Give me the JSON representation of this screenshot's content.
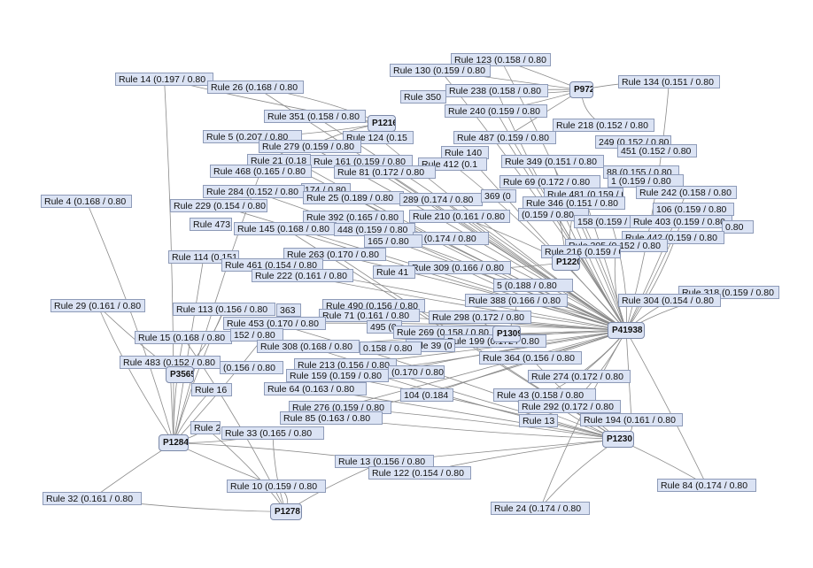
{
  "graph": {
    "colors": {
      "node_fill": "#dbe3f4",
      "node_border": "#8e9bb8",
      "edge": "#8a8a8a",
      "background": "#ffffff"
    },
    "targets": [
      {
        "id": "p972",
        "label": "P972"
      },
      {
        "id": "p1216",
        "label": "P1216"
      },
      {
        "id": "p1220",
        "label": "P1220"
      },
      {
        "id": "p1309",
        "label": "P1309"
      },
      {
        "id": "p41938",
        "label": "P41938"
      },
      {
        "id": "p3565",
        "label": "P3565"
      },
      {
        "id": "p1284",
        "label": "P1284"
      },
      {
        "id": "p1230",
        "label": "P1230"
      },
      {
        "id": "p1278",
        "label": "P1278"
      }
    ],
    "rules": [
      {
        "id": "r123",
        "label": "Rule 123 (0.158 / 0.80"
      },
      {
        "id": "r130",
        "label": "Rule 130 (0.159 / 0.80"
      },
      {
        "id": "r14",
        "label": "Rule 14 (0.197 / 0.80"
      },
      {
        "id": "r26",
        "label": "Rule 26 (0.168 / 0.80"
      },
      {
        "id": "r134",
        "label": "Rule 134 (0.151 / 0.80"
      },
      {
        "id": "r350",
        "label": "Rule 350"
      },
      {
        "id": "r238",
        "label": "Rule 238 (0.158 / 0.80"
      },
      {
        "id": "r240",
        "label": "Rule 240 (0.159 / 0.80"
      },
      {
        "id": "r351",
        "label": "Rule 351 (0.158 / 0.80"
      },
      {
        "id": "r218",
        "label": "Rule 218 (0.152 / 0.80"
      },
      {
        "id": "r5",
        "label": "Rule 5 (0.207 / 0.80"
      },
      {
        "id": "r124",
        "label": "Rule 124 (0.15"
      },
      {
        "id": "r487",
        "label": "Rule 487 (0.159 / 0.80"
      },
      {
        "id": "r249",
        "label": "249 (0.152 / 0.80"
      },
      {
        "id": "r279",
        "label": "Rule 279 (0.159 / 0.80"
      },
      {
        "id": "r140",
        "label": "Rule 140"
      },
      {
        "id": "r451",
        "label": "451 (0.152 / 0.80"
      },
      {
        "id": "r21",
        "label": "Rule 21 (0.18"
      },
      {
        "id": "r161",
        "label": "Rule 161 (0.159 / 0.80"
      },
      {
        "id": "r412",
        "label": "Rule 412 (0.1"
      },
      {
        "id": "r349",
        "label": "Rule 349 (0.151 / 0.80"
      },
      {
        "id": "r468",
        "label": "Rule 468 (0.165 / 0.80"
      },
      {
        "id": "r81",
        "label": "Rule 81 (0.172 / 0.80"
      },
      {
        "id": "r88",
        "label": "88 (0.155 / 0.80"
      },
      {
        "id": "r69",
        "label": "Rule 69 (0.172 / 0.80"
      },
      {
        "id": "r1",
        "label": "1 (0.159 / 0.80"
      },
      {
        "id": "r174",
        "label": "174 / 0.80"
      },
      {
        "id": "r284",
        "label": "Rule 284 (0.152 / 0.80"
      },
      {
        "id": "r4",
        "label": "Rule 4 (0.168 / 0.80"
      },
      {
        "id": "r25",
        "label": "Rule 25 (0.189 / 0.80"
      },
      {
        "id": "r289",
        "label": "289 (0.174 / 0.80"
      },
      {
        "id": "r369",
        "label": "369 (0"
      },
      {
        "id": "r481",
        "label": "Rule 481 (0.159 / 0.80"
      },
      {
        "id": "r242",
        "label": "Rule 242 (0.158 / 0.80"
      },
      {
        "id": "r229",
        "label": "Rule 229 (0.154 / 0.80"
      },
      {
        "id": "r346",
        "label": "Rule 346 (0.151 / 0.80"
      },
      {
        "id": "r106",
        "label": "106 (0.159 / 0.80"
      },
      {
        "id": "r392",
        "label": "Rule 392 (0.165 / 0.80"
      },
      {
        "id": "r210",
        "label": "Rule 210 (0.161 / 0.80"
      },
      {
        "id": "r159a",
        "label": "(0.159 / 0.80"
      },
      {
        "id": "r158",
        "label": "158 (0.159 / 0.80"
      },
      {
        "id": "r403",
        "label": "Rule 403 (0.159 / 0.80"
      },
      {
        "id": "r080",
        "label": "0.80"
      },
      {
        "id": "r473",
        "label": "Rule 473"
      },
      {
        "id": "r145",
        "label": "Rule 145 (0.168 / 0.80"
      },
      {
        "id": "r448",
        "label": "448 (0.159 / 0.80"
      },
      {
        "id": "r442",
        "label": "Rule 442 (0.159 / 0.80"
      },
      {
        "id": "r7",
        "label": "7 (0.174 / 0.80"
      },
      {
        "id": "r305",
        "label": "Rule 305 (0.152 / 0.80"
      },
      {
        "id": "r114",
        "label": "Rule 114 (0.151"
      },
      {
        "id": "r263",
        "label": "Rule 263 (0.170 / 0.80"
      },
      {
        "id": "r165",
        "label": "165 / 0.80"
      },
      {
        "id": "r216",
        "label": "Rule 216 (0.159 / 0.80"
      },
      {
        "id": "r461",
        "label": "Rule 461 (0.154 / 0.80"
      },
      {
        "id": "r309",
        "label": "Rule 309 (0.166 / 0.80"
      },
      {
        "id": "r222",
        "label": "Rule 222 (0.161 / 0.80"
      },
      {
        "id": "r41",
        "label": "Rule 41"
      },
      {
        "id": "r318",
        "label": "Rule 318 (0.159 / 0.80"
      },
      {
        "id": "r5b",
        "label": "5 (0.188 / 0.80"
      },
      {
        "id": "r29",
        "label": "Rule 29 (0.161 / 0.80"
      },
      {
        "id": "r304",
        "label": "Rule 304 (0.154 / 0.80"
      },
      {
        "id": "r388",
        "label": "Rule 388 (0.166 / 0.80"
      },
      {
        "id": "r113",
        "label": "Rule 113 (0.156 / 0.80"
      },
      {
        "id": "r363",
        "label": "363"
      },
      {
        "id": "r490",
        "label": "Rule 490 (0.156 / 0.80"
      },
      {
        "id": "r71",
        "label": "Rule 71 (0.161 / 0.80"
      },
      {
        "id": "r298",
        "label": "Rule 298 (0.172 / 0.80"
      },
      {
        "id": "r453",
        "label": "Rule 453 (0.170 / 0.80"
      },
      {
        "id": "r495",
        "label": "495 (0"
      },
      {
        "id": "r269",
        "label": "Rule 269 (0.158 / 0.80"
      },
      {
        "id": "r15",
        "label": "Rule 15 (0.168 / 0.80"
      },
      {
        "id": "r152",
        "label": "152 / 0.80"
      },
      {
        "id": "r199",
        "label": "Rule 199 (0.172 / 0.80"
      },
      {
        "id": "r39",
        "label": "Rule 39 (0"
      },
      {
        "id": "r308",
        "label": "Rule 308 (0.168 / 0.80"
      },
      {
        "id": "r158b",
        "label": "0.158 / 0.80"
      },
      {
        "id": "r483",
        "label": "Rule 483 (0.152 / 0.80"
      },
      {
        "id": "r364",
        "label": "Rule 364 (0.156 / 0.80"
      },
      {
        "id": "r156",
        "label": "(0.156 / 0.80"
      },
      {
        "id": "r213",
        "label": "Rule 213 (0.156 / 0.80"
      },
      {
        "id": "r170",
        "label": "(0.170 / 0.80"
      },
      {
        "id": "r274",
        "label": "Rule 274 (0.172 / 0.80"
      },
      {
        "id": "r159",
        "label": "Rule 159 (0.159 / 0.80"
      },
      {
        "id": "r16",
        "label": "Rule 16"
      },
      {
        "id": "r64",
        "label": "Rule 64 (0.163 / 0.80"
      },
      {
        "id": "r276",
        "label": "Rule 276 (0.159 / 0.80"
      },
      {
        "id": "r104",
        "label": "104 (0.184"
      },
      {
        "id": "r43",
        "label": "Rule 43 (0.158 / 0.80"
      },
      {
        "id": "r292",
        "label": "Rule 292 (0.172 / 0.80"
      },
      {
        "id": "r85",
        "label": "Rule 85 (0.163 / 0.80"
      },
      {
        "id": "r13x",
        "label": "Rule 13"
      },
      {
        "id": "r194",
        "label": "Rule 194 (0.161 / 0.80"
      },
      {
        "id": "r33",
        "label": "Rule 33 (0.165 / 0.80"
      },
      {
        "id": "r2",
        "label": "Rule 2"
      },
      {
        "id": "r13",
        "label": "Rule 13 (0.156 / 0.80"
      },
      {
        "id": "r122",
        "label": "Rule 122 (0.154 / 0.80"
      },
      {
        "id": "r10",
        "label": "Rule 10 (0.159 / 0.80"
      },
      {
        "id": "r84",
        "label": "Rule 84 (0.174 / 0.80"
      },
      {
        "id": "r32",
        "label": "Rule 32 (0.161 / 0.80"
      },
      {
        "id": "r24",
        "label": "Rule 24 (0.174 / 0.80"
      }
    ],
    "edges": [
      [
        "r123",
        "p972"
      ],
      [
        "r130",
        "p972"
      ],
      [
        "r238",
        "p972"
      ],
      [
        "r134",
        "p972"
      ],
      [
        "r240",
        "p972"
      ],
      [
        "r218",
        "p972"
      ],
      [
        "r350",
        "p972"
      ],
      [
        "r487",
        "p972"
      ],
      [
        "r14",
        "p1216"
      ],
      [
        "r26",
        "p1216"
      ],
      [
        "r351",
        "p1216"
      ],
      [
        "r5",
        "p1216"
      ],
      [
        "r279",
        "p1216"
      ],
      [
        "r14",
        "p1284"
      ],
      [
        "r4",
        "p1284"
      ],
      [
        "r29",
        "p1284"
      ],
      [
        "r15",
        "p1284"
      ],
      [
        "r483",
        "p1284"
      ],
      [
        "r32",
        "p1284"
      ],
      [
        "r2",
        "p1284"
      ],
      [
        "r16",
        "p1284"
      ],
      [
        "r468",
        "p1284"
      ],
      [
        "r114",
        "p1284"
      ],
      [
        "r33",
        "p1284"
      ],
      [
        "r10",
        "p1278"
      ],
      [
        "r13",
        "p1278"
      ],
      [
        "r33",
        "p1278"
      ],
      [
        "r84",
        "p41938"
      ],
      [
        "r84",
        "p1230"
      ],
      [
        "r134",
        "p41938"
      ],
      [
        "r318",
        "p41938"
      ],
      [
        "r304",
        "p41938"
      ],
      [
        "r442",
        "p41938"
      ],
      [
        "r242",
        "p41938"
      ],
      [
        "r403",
        "p41938"
      ],
      [
        "r305",
        "p41938"
      ],
      [
        "r24",
        "p41938"
      ],
      [
        "r194",
        "p41938"
      ],
      [
        "r292",
        "p41938"
      ],
      [
        "r274",
        "p41938"
      ],
      [
        "r24",
        "p1230"
      ],
      [
        "r43",
        "p1230"
      ],
      [
        "r122",
        "p1230"
      ],
      [
        "r13",
        "p1230"
      ],
      [
        "r194",
        "p1230"
      ],
      [
        "r292",
        "p1230"
      ],
      [
        "r364",
        "p1230"
      ],
      [
        "r29",
        "p3565"
      ],
      [
        "r483",
        "p3565"
      ],
      [
        "r113",
        "p3565"
      ],
      [
        "r309",
        "p1220"
      ],
      [
        "r210",
        "p1220"
      ],
      [
        "r346",
        "p1220"
      ],
      [
        "r69",
        "p1220"
      ],
      [
        "r216",
        "p1220"
      ],
      [
        "r269",
        "p1309"
      ],
      [
        "r298",
        "p1309"
      ],
      [
        "r199",
        "p1309"
      ],
      [
        "r388",
        "p1309"
      ],
      [
        "r4",
        "r474"
      ],
      [
        "r13",
        "p1284"
      ],
      [
        "r10",
        "p1284"
      ],
      [
        "r32",
        "p1278"
      ],
      [
        "r123",
        "p41938"
      ],
      [
        "r130",
        "p41938"
      ],
      [
        "r238",
        "p41938"
      ],
      [
        "r240",
        "p41938"
      ],
      [
        "r487",
        "p41938"
      ],
      [
        "r140",
        "p41938"
      ],
      [
        "r412",
        "p41938"
      ],
      [
        "r349",
        "p41938"
      ],
      [
        "r69",
        "p41938"
      ],
      [
        "r481",
        "p41938"
      ],
      [
        "r346",
        "p41938"
      ],
      [
        "r158",
        "p41938"
      ],
      [
        "r210",
        "p41938"
      ],
      [
        "r289",
        "p41938"
      ],
      [
        "r392",
        "p41938"
      ],
      [
        "r448",
        "p41938"
      ],
      [
        "r7",
        "p41938"
      ],
      [
        "r309",
        "p41938"
      ],
      [
        "r263",
        "p41938"
      ],
      [
        "r461",
        "p41938"
      ],
      [
        "r222",
        "p41938"
      ],
      [
        "r388",
        "p41938"
      ],
      [
        "r298",
        "p41938"
      ],
      [
        "r269",
        "p41938"
      ],
      [
        "r199",
        "p41938"
      ],
      [
        "r364",
        "p41938"
      ],
      [
        "r43",
        "p41938"
      ],
      [
        "r453",
        "p41938"
      ],
      [
        "r71",
        "p41938"
      ],
      [
        "r490",
        "p41938"
      ],
      [
        "r308",
        "p41938"
      ],
      [
        "r213",
        "p41938"
      ],
      [
        "r159",
        "p41938"
      ],
      [
        "r64",
        "p41938"
      ],
      [
        "r276",
        "p41938"
      ],
      [
        "r85",
        "p41938"
      ],
      [
        "r104",
        "p41938"
      ],
      [
        "r145",
        "p41938"
      ],
      [
        "r25",
        "p41938"
      ],
      [
        "r284",
        "p41938"
      ],
      [
        "r229",
        "p41938"
      ],
      [
        "r161",
        "p41938"
      ],
      [
        "r81",
        "p41938"
      ],
      [
        "r21",
        "p41938"
      ],
      [
        "r124",
        "p41938"
      ],
      [
        "r351",
        "p41938"
      ],
      [
        "r279",
        "p41938"
      ],
      [
        "r5",
        "p41938"
      ],
      [
        "r26",
        "p41938"
      ],
      [
        "r145",
        "p1230"
      ],
      [
        "r263",
        "p1230"
      ],
      [
        "r453",
        "p1230"
      ],
      [
        "r308",
        "p1230"
      ],
      [
        "r213",
        "p1230"
      ],
      [
        "r159",
        "p1230"
      ],
      [
        "r64",
        "p1230"
      ],
      [
        "r85",
        "p1230"
      ],
      [
        "r276",
        "p1230"
      ],
      [
        "r113",
        "p1284"
      ],
      [
        "r453",
        "p1284"
      ],
      [
        "r15",
        "p1278"
      ],
      [
        "r2",
        "p1278"
      ]
    ]
  }
}
